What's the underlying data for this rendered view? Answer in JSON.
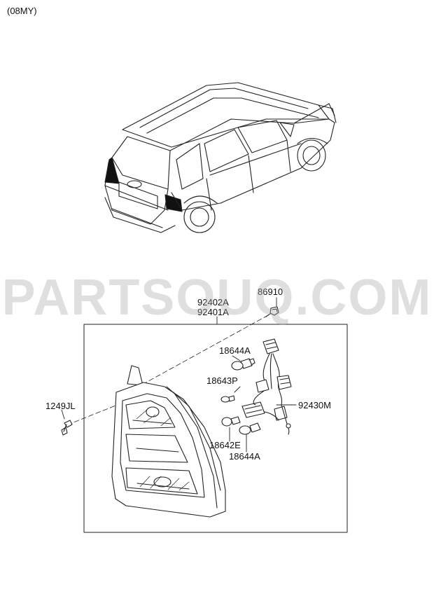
{
  "header": {
    "model_year": "(08MY)"
  },
  "watermark": "PARTSOUQ.COM",
  "part_labels": {
    "p86910": "86910",
    "p92402A": "92402A",
    "p92401A": "92401A",
    "p18644A_top": "18644A",
    "p18643P": "18643P",
    "p92430M": "92430M",
    "p1249JL": "1249JL",
    "p18642E": "18642E",
    "p18644A_bottom": "18644A"
  },
  "icons": {
    "vehicle": "suv-rear-view-illustration",
    "lamp": "rear-combination-lamp-assembly",
    "harness": "wiring-harness-with-sockets",
    "bulbs": "bulb-icons",
    "screw": "screw-icon",
    "clip": "clip-icon"
  }
}
